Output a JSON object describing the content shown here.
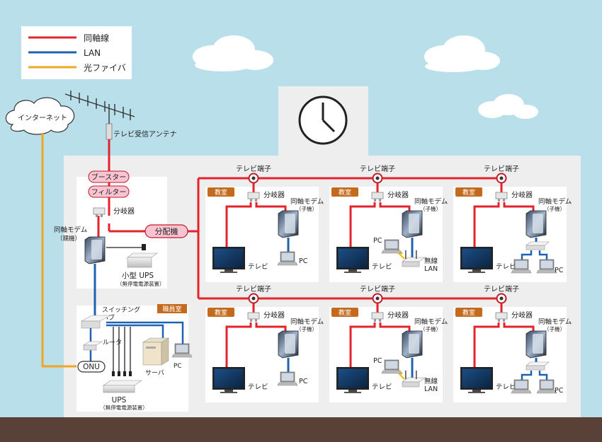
{
  "legend": {
    "coax": "同軸線",
    "lan": "LAN",
    "fiber": "光ファイバ"
  },
  "colors": {
    "coax": "#e5232b",
    "lan": "#1f63b0",
    "fiber": "#f0a623",
    "sky": "#b9e0ea",
    "ground": "#5a4137",
    "building": "#eeeeee",
    "room": "#ffffff",
    "badge": "#c46a1c",
    "pink": "#f8c3d2"
  },
  "internet": "インターネット",
  "antenna": "テレビ受信アンテナ",
  "booster": "ブースター",
  "filter": "フィルター",
  "splitter": "分岐器",
  "distributor": "分配機",
  "modem_master": {
    "line1": "同軸モデム",
    "line2": "（親機）"
  },
  "ups_small": {
    "line1": "小型 UPS",
    "line2": "（無停電電源装置）"
  },
  "staff_room": "職員室",
  "switching_hub": {
    "line1": "スイッチング",
    "line2": "ハブ"
  },
  "router": "ルータ",
  "onu": "ONU",
  "server": "サーバ",
  "ups": {
    "line1": "UPS",
    "line2": "（無停電電源装置）"
  },
  "pc": "PC",
  "tv_terminal": "テレビ端子",
  "classroom": "教室",
  "modem_child": {
    "line1": "同軸モデム",
    "line2": "（子機）"
  },
  "tv": "テレビ",
  "wireless": {
    "line1": "無線",
    "line2": "LAN"
  },
  "rooms": [
    {
      "variant": "a"
    },
    {
      "variant": "b"
    },
    {
      "variant": "c"
    },
    {
      "variant": "a"
    },
    {
      "variant": "b"
    },
    {
      "variant": "c"
    }
  ]
}
